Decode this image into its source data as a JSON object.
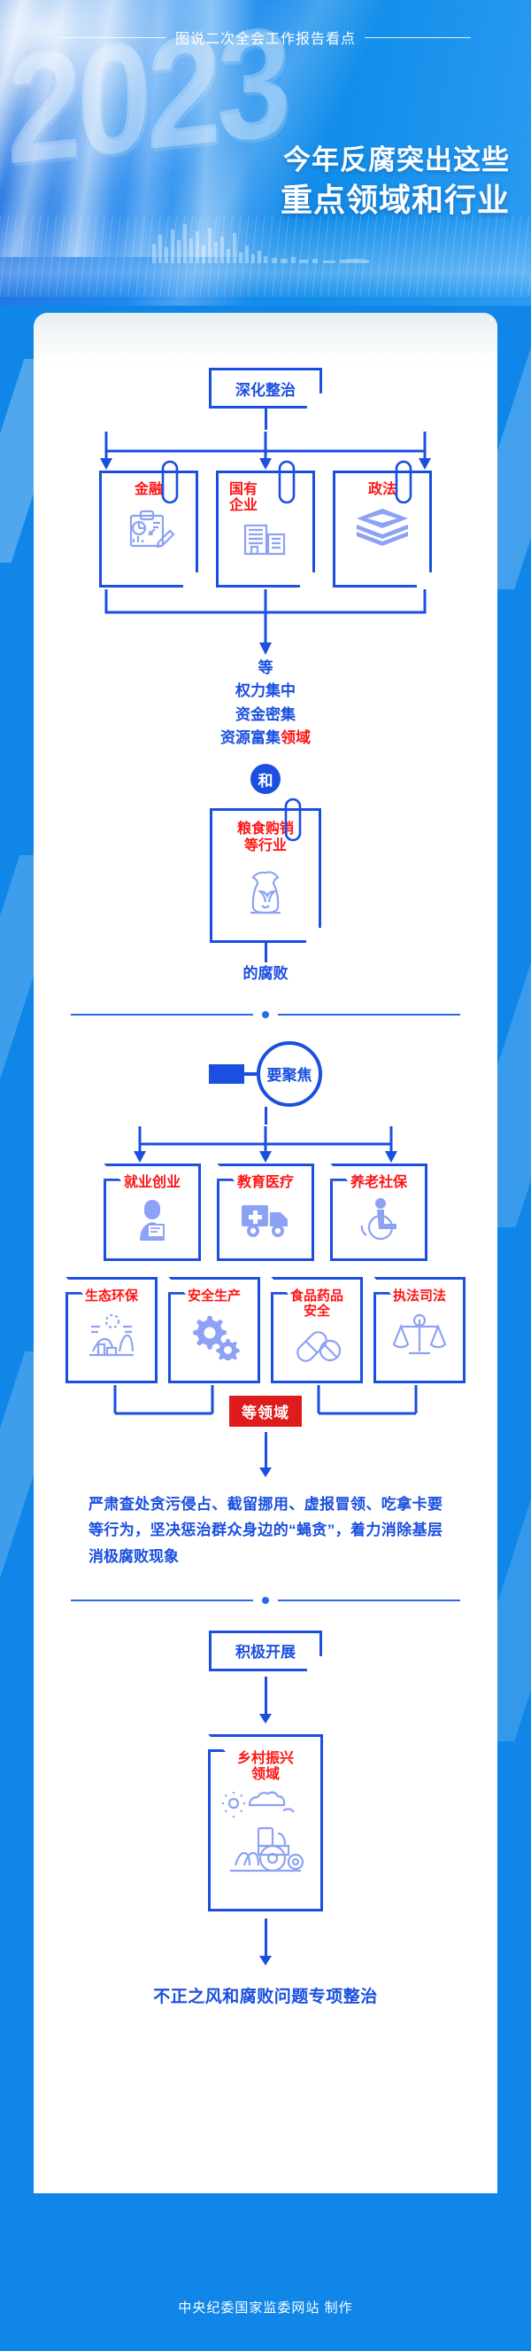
{
  "header": {
    "kicker": "图说二次全会工作报告看点",
    "title_line1": "今年反腐突出这些",
    "title_line2": "重点领域和行业",
    "ghost_year": "2023"
  },
  "section1": {
    "root_label": "深化整治",
    "cards": [
      {
        "title": "金融",
        "icon": "finance-chart-icon"
      },
      {
        "title": "国有\n企业",
        "title_l1": "国有",
        "title_l2": "企业",
        "icon": "building-icon"
      },
      {
        "title": "政法",
        "icon": "law-books-icon"
      }
    ],
    "summary_lines": [
      {
        "text": "等",
        "highlight": ""
      },
      {
        "text": "权力集中",
        "highlight": ""
      },
      {
        "text": "资金密集",
        "highlight": ""
      },
      {
        "text": "资源富集",
        "highlight": "领域"
      }
    ],
    "connector": "和",
    "industry_card": {
      "title_l1": "粮食购销",
      "title_l2": "等行业",
      "icon": "grain-sack-icon"
    },
    "tail": "的腐败"
  },
  "section2": {
    "focus_label": "要聚焦",
    "row1": [
      {
        "title": "就业创业",
        "icon": "person-resume-icon"
      },
      {
        "title": "教育医疗",
        "icon": "ambulance-icon"
      },
      {
        "title": "养老社保",
        "icon": "wheelchair-icon"
      }
    ],
    "row2": [
      {
        "title": "生态环保",
        "icon": "eco-landscape-icon"
      },
      {
        "title": "安全生产",
        "icon": "gears-icon"
      },
      {
        "title_l1": "食品药品",
        "title_l2": "安全",
        "title": "食品药品安全",
        "icon": "pills-icon"
      },
      {
        "title": "执法司法",
        "icon": "scales-icon"
      }
    ],
    "badge": "等领域",
    "paragraph": "严肃查处贪污侵占、截留挪用、虚报冒领、吃拿卡要等行为，坚决惩治群众身边的“蝇贪”，着力消除基层消极腐败现象"
  },
  "section3": {
    "root_label": "积极开展",
    "card": {
      "title_l1": "乡村振兴",
      "title_l2": "领域",
      "icon": "tractor-farm-icon"
    },
    "final_text": "不正之风和腐败问题专项整治"
  },
  "footer": {
    "credit": "中央纪委国家监委网站  制作"
  },
  "colors": {
    "brand_blue": "#0f86e8",
    "line_blue": "#1a4fe0",
    "red": "#ff1414",
    "badge_red": "#e01b1b",
    "icon_purple": "#8da2f5"
  }
}
